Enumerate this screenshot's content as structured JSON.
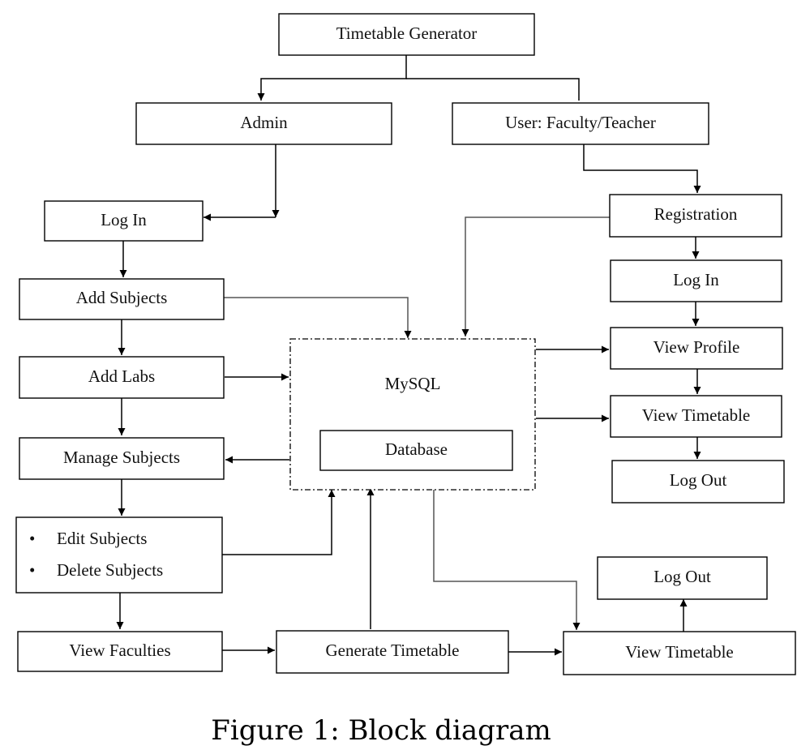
{
  "diagram": {
    "nodes": {
      "timetable_generator": "Timetable Generator",
      "admin": "Admin",
      "user": "User: Faculty/Teacher",
      "admin_login": "Log In",
      "add_subjects": "Add Subjects",
      "add_labs": "Add Labs",
      "manage_subjects": "Manage Subjects",
      "edit_subjects": "Edit Subjects",
      "delete_subjects": "Delete Subjects",
      "view_faculties": "View Faculties",
      "generate_timetable": "Generate Timetable",
      "admin_view_timetable": "View Timetable",
      "admin_logout": "Log Out",
      "mysql": "MySQL",
      "database": "Database",
      "registration": "Registration",
      "user_login": "Log In",
      "view_profile": "View Profile",
      "user_view_timetable": "View Timetable",
      "user_logout": "Log Out"
    },
    "bullet": "•",
    "caption": "Figure 1: Block diagram"
  }
}
